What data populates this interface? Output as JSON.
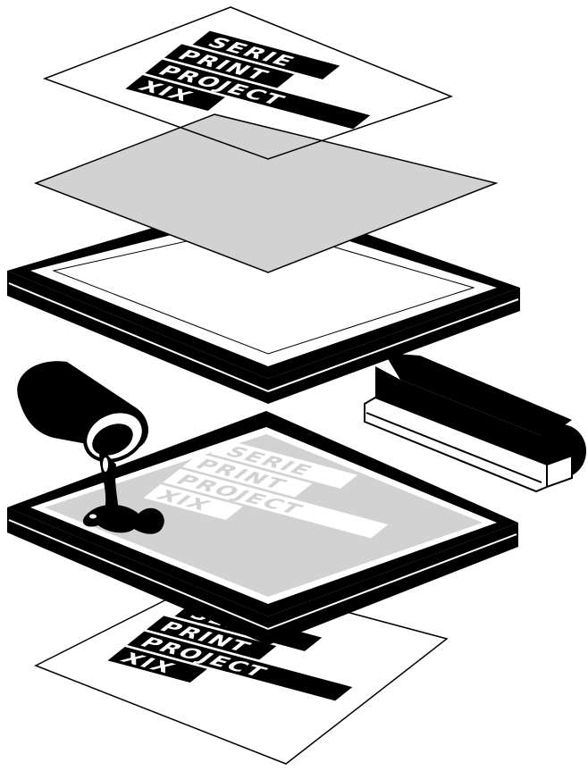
{
  "title": "",
  "colors": {
    "ink": "#000000",
    "paper": "#ffffff",
    "emulsion": "#d2d2d2",
    "background": "#ffffff"
  },
  "layers": [
    {
      "name": "positive-film",
      "lines": [
        "SERIE",
        "PRINT",
        "PROJECT",
        "XIX"
      ]
    },
    {
      "name": "emulsion-sheet"
    },
    {
      "name": "screen-frame"
    },
    {
      "name": "ink-can"
    },
    {
      "name": "squeegee"
    },
    {
      "name": "exposed-screen",
      "lines": [
        "SERIE",
        "PRINT",
        "PROJECT",
        "XIX"
      ]
    },
    {
      "name": "printed-sheet",
      "lines": [
        "SERIE",
        "PRINT",
        "PROJECT",
        "XIX"
      ]
    }
  ]
}
